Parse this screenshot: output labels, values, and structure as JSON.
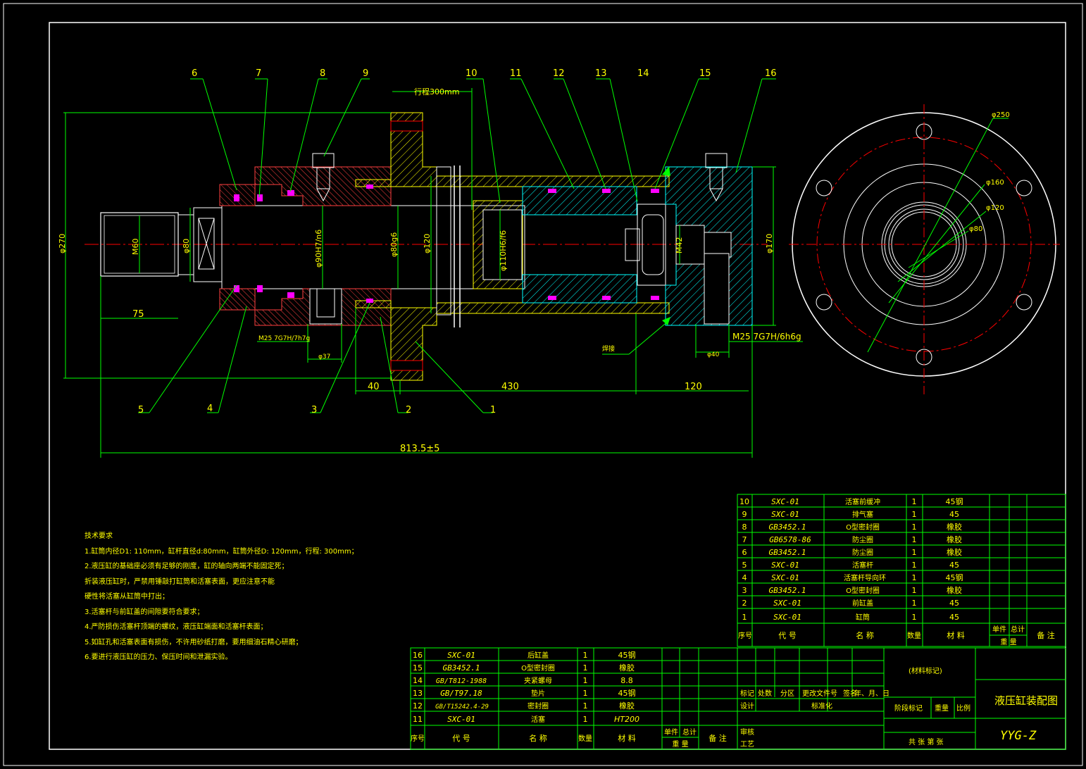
{
  "leaders": [
    "6",
    "7",
    "8",
    "9",
    "10",
    "11",
    "12",
    "13",
    "14",
    "15",
    "16",
    "5",
    "4",
    "3",
    "2",
    "1"
  ],
  "dims": {
    "stroke": "行程300mm",
    "d270": "φ270",
    "m60": "M60",
    "d80a": "φ80",
    "d90": "φ90H7/n6",
    "d80b": "φ80g6",
    "d120": "φ120",
    "d110": "φ110H6/f6",
    "m42": "M42",
    "d170": "φ170",
    "d75": "75",
    "m25a": "M25 7G7H/7h7g",
    "d37": "φ37",
    "m25b": "M25 7G7H/6h6g",
    "d40b": "φ40",
    "weld": "焊接",
    "d40": "40",
    "d430": "430",
    "d120len": "120",
    "total": "813.5±5"
  },
  "end_view": {
    "d250": "φ250",
    "d160": "φ160",
    "d120": "φ120",
    "d80": "φ80"
  },
  "tech": {
    "title": "技术要求",
    "lines": [
      "1.缸筒内径D1: 110mm，缸杆直径d:80mm，缸筒外径D: 120mm，行程: 300mm；",
      "2.液压缸的基础座必须有足够的刚度，缸的轴向两端不能固定死；",
      "折装液压缸时，严禁用锤敲打缸筒和活塞表面，更应注意不能",
      "硬性将活塞从缸筒中打出；",
      "3.活塞杆与前缸盖的间隙要符合要求；",
      "4.严防损伤活塞杆顶端的螺纹，液压缸端面和活塞杆表面；",
      "5.如缸孔和活塞表面有损伤，不许用砂纸打磨，要用细油石精心研磨；",
      "6.要进行液压缸的压力、保压时间和泄漏实验。"
    ]
  },
  "bom_upper": {
    "rows": [
      [
        "10",
        "SXC-01",
        "活塞前缓冲",
        "1",
        "45钢"
      ],
      [
        "9",
        "SXC-01",
        "排气塞",
        "1",
        "45"
      ],
      [
        "8",
        "GB3452.1",
        "O型密封圈",
        "1",
        "橡胶"
      ],
      [
        "7",
        "GB6578-86",
        "防尘圈",
        "1",
        "橡胶"
      ],
      [
        "6",
        "GB3452.1",
        "防尘圈",
        "1",
        "橡胶"
      ],
      [
        "5",
        "SXC-01",
        "活塞杆",
        "1",
        "45"
      ],
      [
        "4",
        "SXC-01",
        "活塞杆导向环",
        "1",
        "45钢"
      ],
      [
        "3",
        "GB3452.1",
        "O型密封圈",
        "1",
        "橡胶"
      ],
      [
        "2",
        "SXC-01",
        "前缸盖",
        "1",
        "45"
      ],
      [
        "1",
        "SXC-01",
        "缸筒",
        "1",
        "45"
      ]
    ],
    "header": [
      "序号",
      "代 号",
      "名 称",
      "数量",
      "材 料",
      "单件",
      "总计",
      "重 量",
      "备 注"
    ]
  },
  "bom_lower": {
    "rows": [
      [
        "16",
        "SXC-01",
        "后缸盖",
        "1",
        "45钢"
      ],
      [
        "15",
        "GB3452.1",
        "O型密封圈",
        "1",
        "橡胶"
      ],
      [
        "14",
        "GB/T812-1988",
        "夹紧螺母",
        "1",
        "8.8"
      ],
      [
        "13",
        "GB/T97.18",
        "垫片",
        "1",
        "45钢"
      ],
      [
        "12",
        "GB/T15242.4-29",
        "密封圈",
        "1",
        "橡胶"
      ],
      [
        "11",
        "SXC-01",
        "活塞",
        "1",
        "HT200"
      ]
    ],
    "header": [
      "序号",
      "代 号",
      "名 称",
      "数量",
      "材 料",
      "单件",
      "总计",
      "重 量",
      "备 注"
    ]
  },
  "title_block": {
    "labels1": [
      "标记",
      "处数",
      "分区",
      "更改文件号",
      "签名",
      "年、月、日"
    ],
    "labels2": [
      "设计",
      "标准化"
    ],
    "labels3": [
      "审核",
      "工艺"
    ],
    "material": "(材料标记)",
    "stage": "阶段标记",
    "weight": "重量",
    "scale": "比例",
    "name": "液压缸装配图",
    "code": "YYG-Z",
    "sheets": "共  张 第  张"
  },
  "colors": {
    "bg": "#000000",
    "line": "#ffffff",
    "green": "#00ff00",
    "yellow": "#ffff00",
    "cyan": "#00ffff",
    "red": "#ff0000",
    "magenta": "#ff00ff",
    "text_yellow": "#ffff00"
  }
}
